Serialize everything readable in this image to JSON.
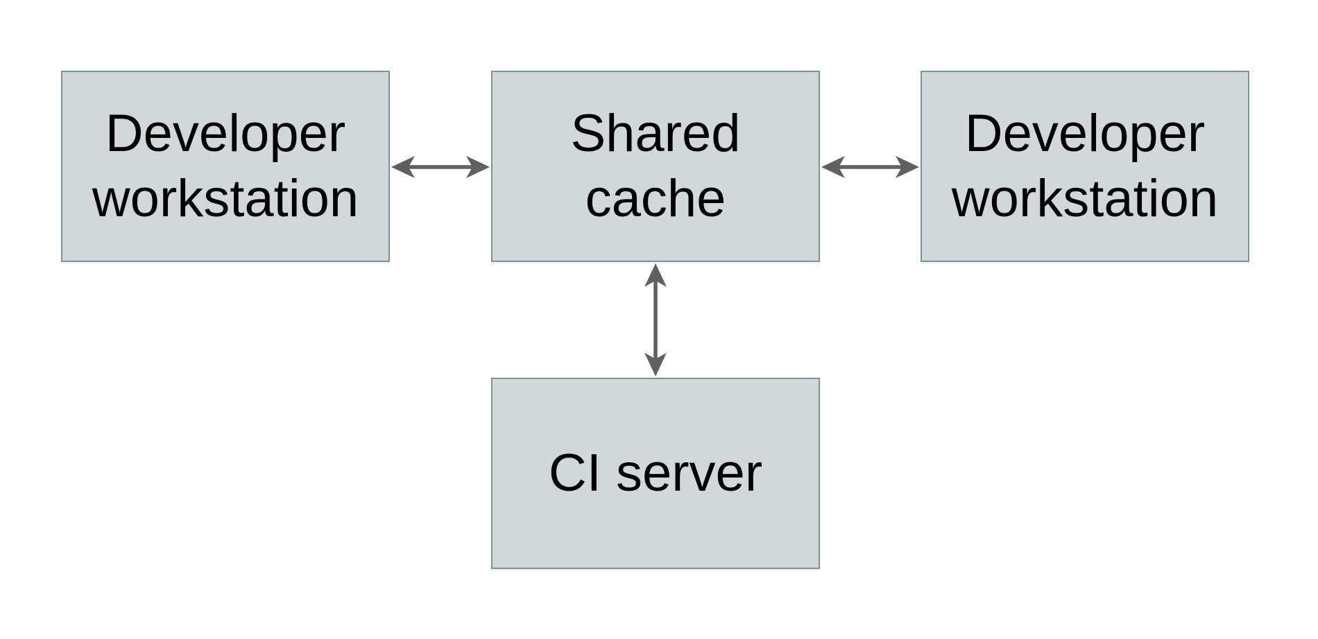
{
  "diagram": {
    "description": "Shared cache architecture diagram",
    "nodes": [
      {
        "id": "developer-workstation-left",
        "label": "Developer\nworkstation"
      },
      {
        "id": "shared-cache",
        "label": "Shared\ncache"
      },
      {
        "id": "developer-workstation-right",
        "label": "Developer\nworkstation"
      },
      {
        "id": "ci-server",
        "label": "CI server"
      }
    ],
    "edges": [
      {
        "from": "developer-workstation-left",
        "to": "shared-cache",
        "direction": "bidirectional"
      },
      {
        "from": "developer-workstation-right",
        "to": "shared-cache",
        "direction": "bidirectional"
      },
      {
        "from": "ci-server",
        "to": "shared-cache",
        "direction": "bidirectional"
      }
    ],
    "colors": {
      "background": "#ffffff",
      "node_fill": "#d2d8da",
      "node_border": "#7d929c",
      "text": "#000000",
      "arrow": "#606060"
    }
  }
}
